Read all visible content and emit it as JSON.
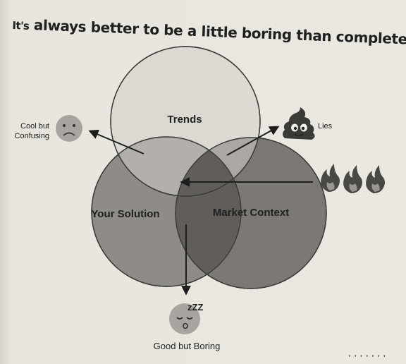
{
  "title": {
    "prefix": "It's",
    "rest": " always better to be a little boring than completely baffling."
  },
  "circles": {
    "top": "Trends",
    "left": "Your Solution",
    "right": "Market Context"
  },
  "outcomes": {
    "cool_confusing_line1": "Cool but",
    "cool_confusing_line2": "Confusing",
    "lies": "Lies",
    "good_boring": "Good but Boring"
  },
  "icons": {
    "sad_face": "sad-face-icon",
    "poop": "poop-icon",
    "fire": "fire-icon",
    "sleepy_face": "sleepy-face-icon",
    "zzz": "zZZ"
  }
}
